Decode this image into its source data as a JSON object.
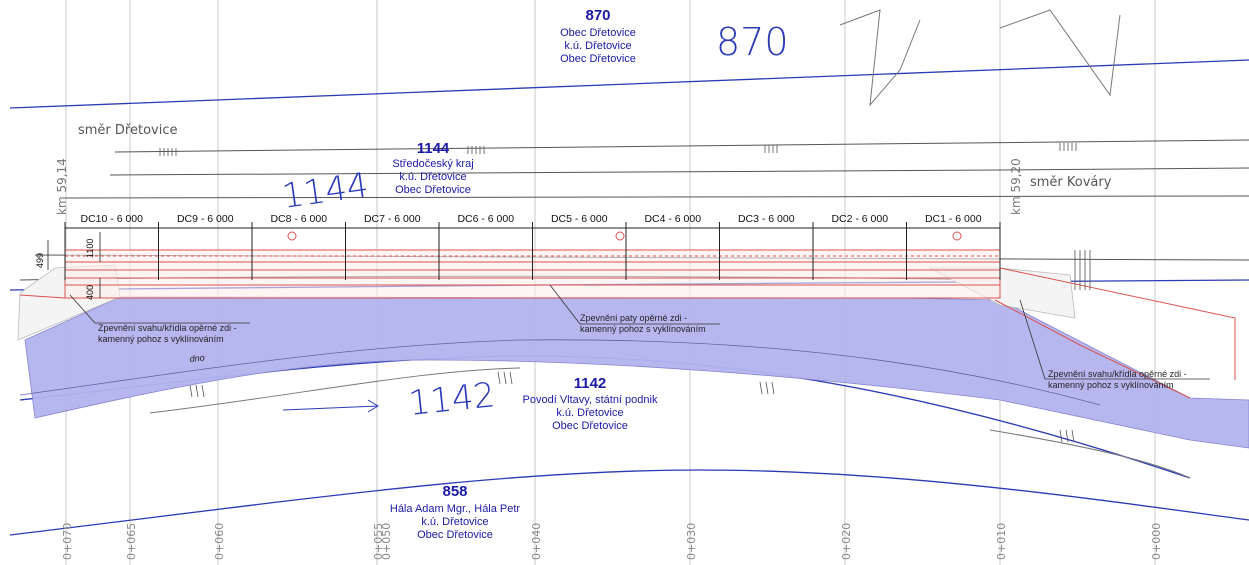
{
  "parcels": [
    {
      "number": "870",
      "lines": [
        "Obec Dřetovice",
        "k.ú. Dřetovice",
        "Obec Dřetovice"
      ]
    },
    {
      "number": "1144",
      "lines": [
        "Středočeský kraj",
        "k.ú. Dřetovice",
        "Obec Dřetovice"
      ]
    },
    {
      "number": "1142",
      "lines": [
        "Povodí Vltavy, státní podnik",
        "k.ú. Dřetovice",
        "Obec Dřetovice"
      ]
    },
    {
      "number": "858",
      "lines": [
        "Hála Adam Mgr., Hála Petr",
        "k.ú. Dřetovice",
        "Obec Dřetovice"
      ]
    }
  ],
  "handwritten": [
    "870",
    "1144",
    "1142"
  ],
  "directions": {
    "left": "směr Dřetovice",
    "right": "směr Kováry"
  },
  "km_marks": {
    "left": "km 59,14",
    "right": "km 59,20"
  },
  "segments": [
    "DC10 - 6 000",
    "DC9 - 6 000",
    "DC8 - 6 000",
    "DC7 - 6 000",
    "DC6 - 6 000",
    "DC5 - 6 000",
    "DC4 - 6 000",
    "DC3 - 6 000",
    "DC2 - 6 000",
    "DC1 - 6 000"
  ],
  "dimensions": [
    "1100",
    "499",
    "400"
  ],
  "notes": {
    "left": [
      "Zpevnění svahu/křídla opěrné zdi -",
      "kamenný pohoz s vyklínováním"
    ],
    "center": [
      "Zpevnění paty opěrné zdi -",
      "kamenný pohoz s vyklínováním"
    ],
    "right": [
      "Zpevnění svahu/křídla opěrné zdi -",
      "kamenný pohoz s vyklínováním"
    ],
    "bed": "dno"
  },
  "chainages": [
    "0+070",
    "0+065",
    "0+060",
    "0+055",
    "0+050",
    "0+040",
    "0+030",
    "0+020",
    "0+010",
    "0+000"
  ],
  "colors": {
    "parcel_text": "#1a1aa6",
    "river": "#b3b3ef",
    "wall": "#d9534f",
    "boundary": "#2b3bb5"
  }
}
